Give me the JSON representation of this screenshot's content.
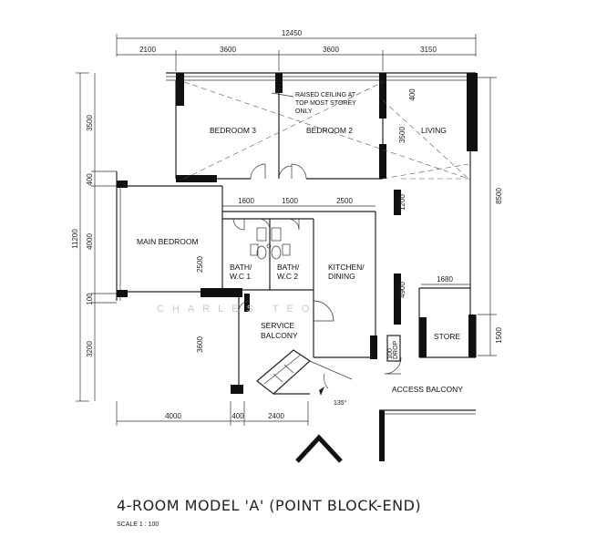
{
  "plan": {
    "title": "4-ROOM MODEL 'A' (POINT BLOCK-END)",
    "scale": "SCALE 1 : 100",
    "watermark": "CHARLES TEO",
    "rooms": {
      "bedroom3": "BEDROOM 3",
      "bedroom2": "BEDROOM 2",
      "living": "LIVING",
      "main_bedroom": "MAIN BEDROOM",
      "bath1_line1": "BATH/",
      "bath1_line2": "W.C 1",
      "bath2_line1": "BATH/",
      "bath2_line2": "W.C 2",
      "kitchen_line1": "KITCHEN/",
      "kitchen_line2": "DINING",
      "service_line1": "SERVICE",
      "service_line2": "BALCONY",
      "store": "STORE",
      "access_balcony": "ACCESS BALCONY",
      "drop": "DROP"
    },
    "notes": {
      "raised_line1": "RAISED CEILING AT",
      "raised_line2": "TOP MOST STOREY",
      "raised_line3": "ONLY",
      "angle": "135°"
    },
    "dimensions": {
      "top_total": "12450",
      "top_1": "2100",
      "top_2": "3600",
      "top_3": "3600",
      "top_4": "3150",
      "left_total": "11200",
      "left_1": "3500",
      "left_2": "400",
      "left_3": "4000",
      "left_4": "100",
      "left_5": "3200",
      "right_1": "8500",
      "right_2": "1500",
      "inner_1600": "1600",
      "inner_1500": "1500",
      "inner_2500": "2500",
      "inner_1680": "1680",
      "inner_400": "400",
      "inner_3500": "3500",
      "inner_1200": "1200",
      "inner_4900": "4900",
      "inner_2500v": "2500",
      "inner_3600v": "3600",
      "inner_100": "100",
      "bottom_1": "4000",
      "bottom_2": "400",
      "bottom_3": "2400"
    }
  }
}
